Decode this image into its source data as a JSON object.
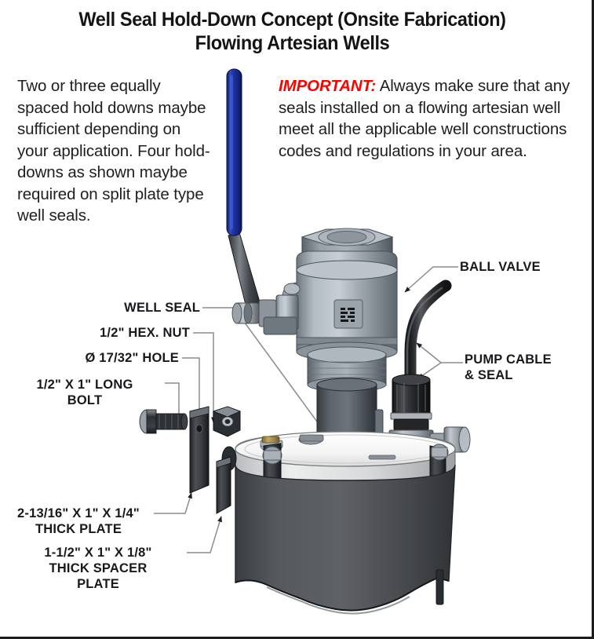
{
  "title": {
    "line1": "Well Seal Hold-Down Concept (Onsite Fabrication)",
    "line2": "Flowing Artesian Wells"
  },
  "notes": {
    "left": "Two or three equally spaced hold downs maybe sufficient depending on your application. Four hold-downs  as shown maybe required on split plate type well seals.",
    "important_word": "IMPORTANT:",
    "important_body": " Always make sure that any seals installed on a flowing artesian well meet all the applicable well constructions codes and regulations in your area."
  },
  "callouts": {
    "well_seal": "WELL SEAL",
    "hex_nut": "1/2\" HEX. NUT",
    "hole": "Ø 17/32\" HOLE",
    "bolt": "1/2\" X 1\" LONG\nBOLT",
    "thick_plate": "2-13/16\" X 1\" X 1/4\"\nTHICK PLATE",
    "spacer_plate": "1-1/2\" X 1\" X 1/8\"\nTHICK SPACER\nPLATE",
    "ball_valve": "BALL VALVE",
    "pump_cable": "PUMP CABLE\n& SEAL"
  },
  "colors": {
    "important_red": "#ff0000",
    "handle_blue": "#1b2f8f",
    "valve_gray": "#9aa2aa",
    "casing_dark": "#4a4d50",
    "seal_top": "#f2f2f2",
    "leader_line": "#8a8d90",
    "border": "#1c1c1c",
    "text": "#18191c"
  },
  "figure": {
    "type": "technical-assembly-illustration",
    "parts": [
      "ball-valve-with-blue-lever-handle",
      "pitless-pump-head",
      "pump-cable-seal-gland",
      "well-seal-top-plate",
      "well-casing-cutaway",
      "hold-down-bolt",
      "hold-down-hex-nut",
      "thick-plate",
      "thick-spacer-plate"
    ]
  }
}
